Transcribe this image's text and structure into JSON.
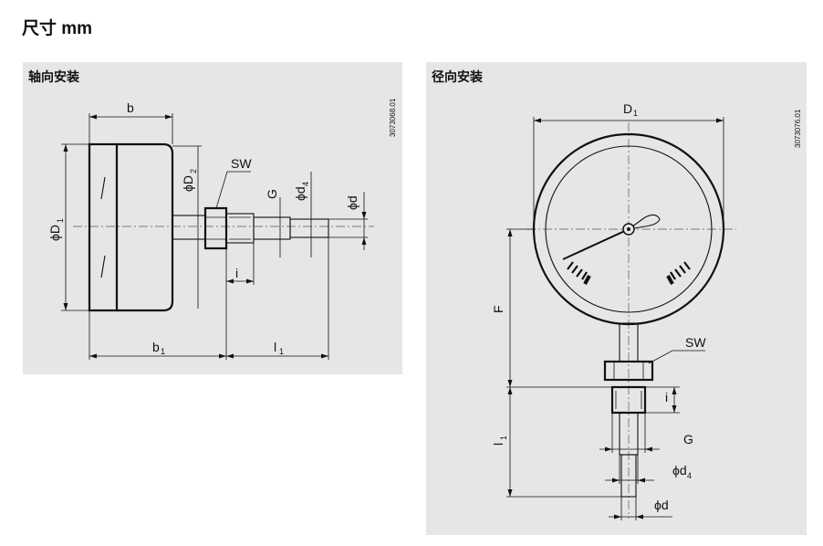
{
  "page": {
    "title": "尺寸 mm"
  },
  "axial": {
    "title": "轴向安装",
    "code": "3073068.01",
    "labels": {
      "b": "b",
      "phiD1": "ϕD",
      "D1_sub": "1",
      "phiD2": "ϕD",
      "D2_sub": "2",
      "SW": "SW",
      "G": "G",
      "phid4": "ϕd",
      "d4_sub": "4",
      "phid": "ϕd",
      "i": "i",
      "b1": "b",
      "b1_sub": "1",
      "l1": "l",
      "l1_sub": "1"
    }
  },
  "radial": {
    "title": "径向安装",
    "code": "3073076.01",
    "labels": {
      "D1": "D",
      "D1_sub": "1",
      "F": "F",
      "SW": "SW",
      "i": "i",
      "l1": "l",
      "l1_sub": "1",
      "G": "G",
      "phid4": "ϕd",
      "d4_sub": "4",
      "phid": "ϕd"
    }
  }
}
